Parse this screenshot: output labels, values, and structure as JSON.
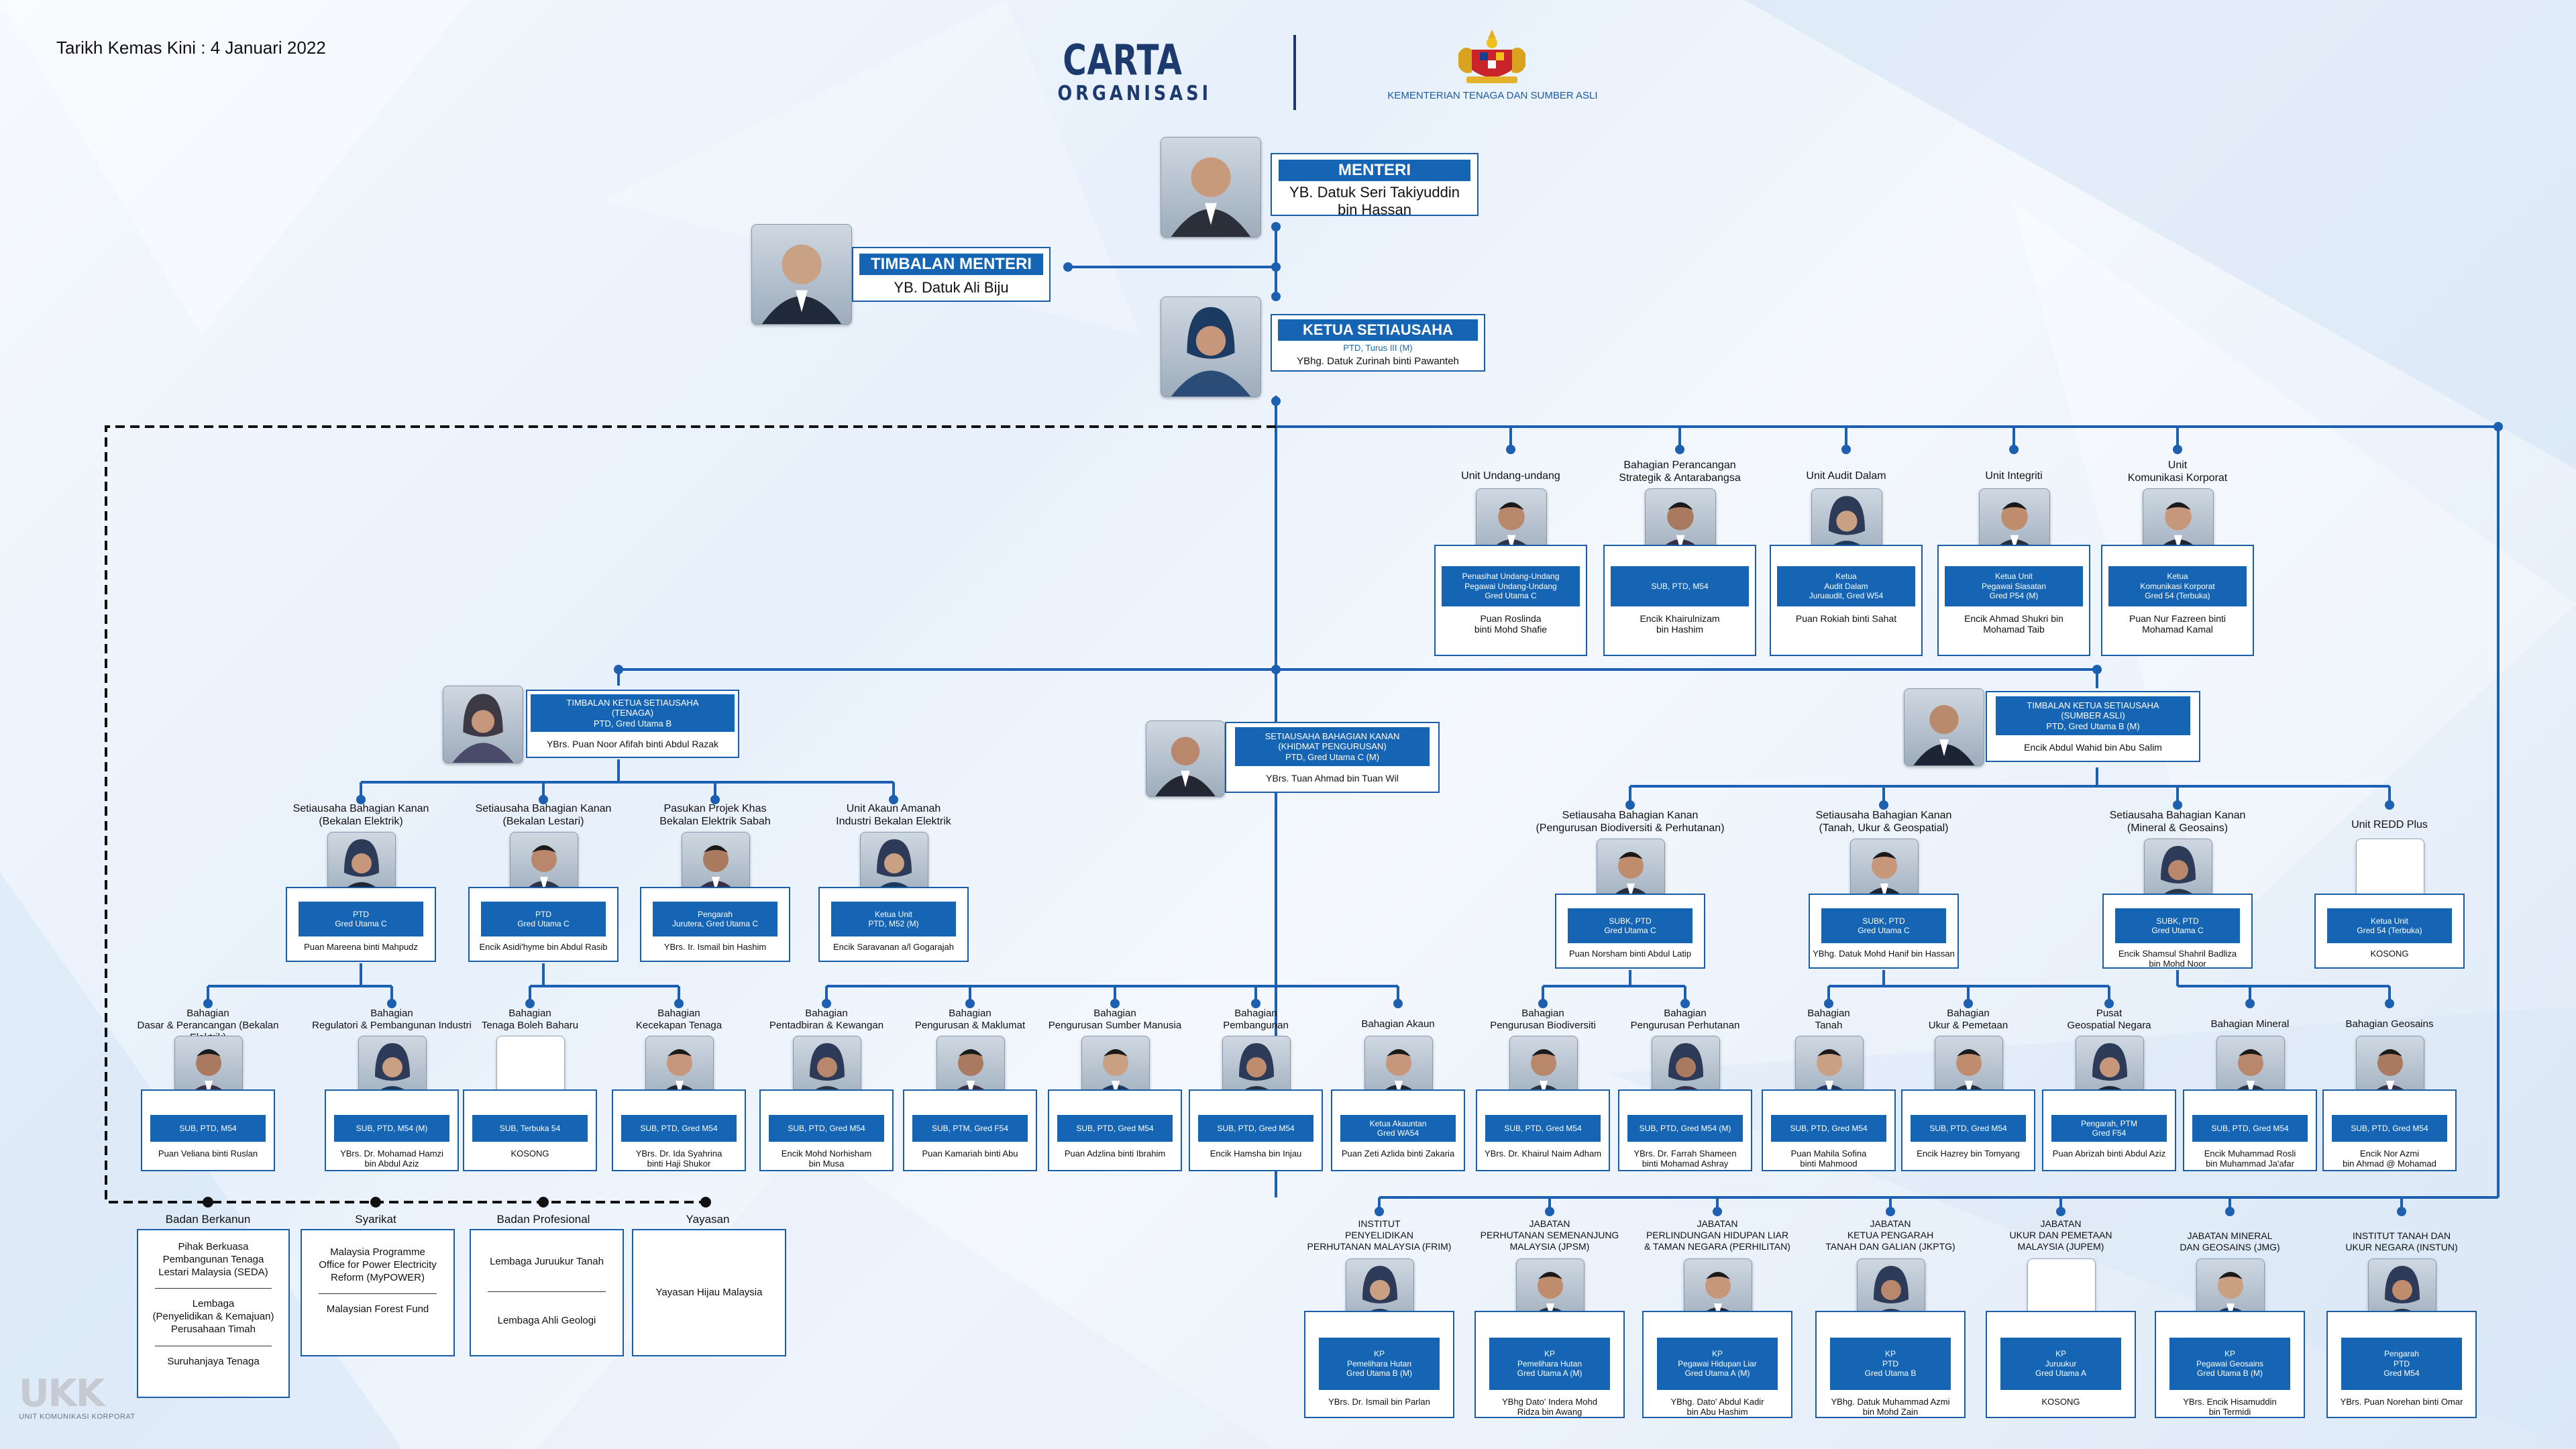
{
  "header": {
    "updated": "Tarikh Kemas Kini : 4 Januari 2022",
    "title_line1": "CARTA",
    "title_line2": "ORGANISASI",
    "ministry": "KEMENTERIAN TENAGA DAN SUMBER ASLI"
  },
  "colors": {
    "primary": "#1565b4",
    "line": "#1d5fb0",
    "title": "#1d3a6e"
  },
  "top": {
    "menteri": {
      "title": "MENTERI",
      "name1": "YB. Datuk Seri Takiyuddin",
      "name2": "bin Hassan"
    },
    "timbalan": {
      "title": "TIMBALAN MENTERI",
      "name": "YB. Datuk Ali Biju"
    },
    "ksu": {
      "title": "KETUA SETIAUSAHA",
      "grade": "PTD, Turus III (M)",
      "name": "YBhg. Datuk Zurinah binti Pawanteh"
    }
  },
  "units": [
    {
      "label1": "Unit Undang-undang",
      "label2": "",
      "bar1": "Penasihat Undang-Undang",
      "bar2": "Pegawai Undang-Undang",
      "bar3": "Gred Utama C",
      "name1": "Puan Roslinda",
      "name2": "binti Mohd Shafie"
    },
    {
      "label1": "Bahagian Perancangan",
      "label2": "Strategik & Antarabangsa",
      "bar1": "SUB, PTD, M54",
      "bar2": "",
      "bar3": "",
      "name1": "Encik Khairulnizam",
      "name2": "bin Hashim"
    },
    {
      "label1": "Unit Audit Dalam",
      "label2": "",
      "bar1": "Ketua",
      "bar2": "Audit Dalam",
      "bar3": "Juruaudit, Gred W54",
      "name1": "Puan Rokiah binti Sahat",
      "name2": ""
    },
    {
      "label1": "Unit Integriti",
      "label2": "",
      "bar1": "Ketua Unit",
      "bar2": "Pegawai Siasatan",
      "bar3": "Gred P54 (M)",
      "name1": "Encik Ahmad Shukri bin",
      "name2": "Mohamad Taib"
    },
    {
      "label1": "Unit",
      "label2": "Komunikasi Korporat",
      "bar1": "Ketua",
      "bar2": "Komunikasi Korporat",
      "bar3": "Gred 54 (Terbuka)",
      "name1": "Puan Nur Fazreen binti",
      "name2": "Mohamad Kamal"
    }
  ],
  "deputies": {
    "tenaga": {
      "bar1": "TIMBALAN KETUA SETIAUSAHA",
      "bar2": "(TENAGA)",
      "bar3": "PTD, Gred Utama B",
      "name": "YBrs. Puan Noor Afifah binti Abdul Razak"
    },
    "pengurusan": {
      "bar1": "SETIAUSAHA BAHAGIAN KANAN",
      "bar2": "(KHIDMAT PENGURUSAN)",
      "bar3": "PTD, Gred Utama C (M)",
      "name": "YBrs. Tuan Ahmad bin Tuan Wil"
    },
    "sumber": {
      "bar1": "TIMBALAN KETUA SETIAUSAHA",
      "bar2": "(SUMBER ASLI)",
      "bar3": "PTD, Gred Utama B (M)",
      "name": "Encik Abdul Wahid bin Abu Salim"
    }
  },
  "level3": [
    {
      "label1": "Setiausaha Bahagian Kanan",
      "label2": "(Bekalan Elektrik)",
      "bar1": "PTD",
      "bar2": "Gred Utama C",
      "name1": "Puan Mareena binti Mahpudz",
      "name2": ""
    },
    {
      "label1": "Setiausaha Bahagian Kanan",
      "label2": "(Bekalan Lestari)",
      "bar1": "PTD",
      "bar2": "Gred Utama C",
      "name1": "Encik Asidi'hyme bin Abdul Rasib",
      "name2": ""
    },
    {
      "label1": "Pasukan Projek Khas",
      "label2": "Bekalan Elektrik Sabah",
      "bar1": "Pengarah",
      "bar2": "Jurutera, Gred Utama C",
      "name1": "YBrs. Ir. Ismail bin Hashim",
      "name2": ""
    },
    {
      "label1": "Unit Akaun Amanah",
      "label2": "Industri Bekalan Elektrik",
      "bar1": "Ketua Unit",
      "bar2": "PTD, M52 (M)",
      "name1": "Encik Saravanan a/l Gogarajah",
      "name2": ""
    },
    {
      "label1": "Setiausaha Bahagian Kanan",
      "label2": "(Pengurusan Biodiversiti & Perhutanan)",
      "bar1": "SUBK, PTD",
      "bar2": "Gred Utama C",
      "name1": "Puan Norsham binti Abdul Latip",
      "name2": ""
    },
    {
      "label1": "Setiausaha Bahagian Kanan",
      "label2": "(Tanah, Ukur & Geospatial)",
      "bar1": "SUBK, PTD",
      "bar2": "Gred Utama C",
      "name1": "YBhg. Datuk Mohd Hanif bin Hassan",
      "name2": ""
    },
    {
      "label1": "Setiausaha Bahagian Kanan",
      "label2": "(Mineral & Geosains)",
      "bar1": "SUBK, PTD",
      "bar2": "Gred Utama C",
      "name1": "Encik Shamsul Shahril Badliza",
      "name2": "bin Mohd Noor"
    },
    {
      "label1": "Unit REDD Plus",
      "label2": "",
      "bar1": "Ketua Unit",
      "bar2": "Gred 54 (Terbuka)",
      "name1": "KOSONG",
      "name2": ""
    }
  ],
  "level4": [
    {
      "label1": "Bahagian",
      "label2": "Dasar & Perancangan (Bekalan Elektrik)",
      "bar1": "SUB, PTD, M54",
      "bar2": "",
      "name1": "Puan Veliana binti Ruslan",
      "name2": ""
    },
    {
      "label1": "Bahagian",
      "label2": "Regulatori & Pembangunan Industri",
      "bar1": "SUB, PTD, M54 (M)",
      "bar2": "",
      "name1": "YBrs. Dr. Mohamad Hamzi",
      "name2": "bin Abdul Aziz"
    },
    {
      "label1": "Bahagian",
      "label2": "Tenaga Boleh Baharu",
      "bar1": "SUB, Terbuka 54",
      "bar2": "",
      "name1": "KOSONG",
      "name2": ""
    },
    {
      "label1": "Bahagian",
      "label2": "Kecekapan Tenaga",
      "bar1": "SUB, PTD, Gred M54",
      "bar2": "",
      "name1": "YBrs. Dr. Ida Syahrina",
      "name2": "binti Haji Shukor"
    },
    {
      "label1": "Bahagian",
      "label2": "Pentadbiran & Kewangan",
      "bar1": "SUB, PTD, Gred M54",
      "bar2": "",
      "name1": "Encik Mohd Norhisham",
      "name2": "bin Musa"
    },
    {
      "label1": "Bahagian",
      "label2": "Pengurusan & Maklumat",
      "bar1": "SUB, PTM, Gred F54",
      "bar2": "",
      "name1": "Puan Kamariah binti Abu",
      "name2": ""
    },
    {
      "label1": "Bahagian",
      "label2": "Pengurusan Sumber Manusia",
      "bar1": "SUB, PTD, Gred M54",
      "bar2": "",
      "name1": "Puan Adzlina binti Ibrahim",
      "name2": ""
    },
    {
      "label1": "Bahagian",
      "label2": "Pembangunan",
      "bar1": "SUB, PTD, Gred M54",
      "bar2": "",
      "name1": "Encik Hamsha bin Injau",
      "name2": ""
    },
    {
      "label1": "Bahagian Akaun",
      "label2": "",
      "bar1": "Ketua Akauntan",
      "bar2": "Gred WA54",
      "name1": "Puan Zeti Azlida binti Zakaria",
      "name2": ""
    },
    {
      "label1": "Bahagian",
      "label2": "Pengurusan Biodiversiti",
      "bar1": "SUB, PTD, Gred M54",
      "bar2": "",
      "name1": "YBrs. Dr. Khairul Naim Adham",
      "name2": ""
    },
    {
      "label1": "Bahagian",
      "label2": "Pengurusan Perhutanan",
      "bar1": "SUB, PTD, Gred M54 (M)",
      "bar2": "",
      "name1": "YBrs. Dr. Farrah Shameen",
      "name2": "binti Mohamad Ashray"
    },
    {
      "label1": "Bahagian",
      "label2": "Tanah",
      "bar1": "SUB, PTD, Gred M54",
      "bar2": "",
      "name1": "Puan Mahila Sofina",
      "name2": "binti Mahmood"
    },
    {
      "label1": "Bahagian",
      "label2": "Ukur & Pemetaan",
      "bar1": "SUB, PTD, Gred M54",
      "bar2": "",
      "name1": "Encik Hazrey bin Tomyang",
      "name2": ""
    },
    {
      "label1": "Pusat",
      "label2": "Geospatial Negara",
      "bar1": "Pengarah, PTM",
      "bar2": "Gred F54",
      "name1": "Puan Abrizah binti Abdul Aziz",
      "name2": ""
    },
    {
      "label1": "Bahagian Mineral",
      "label2": "",
      "bar1": "SUB, PTD, Gred M54",
      "bar2": "",
      "name1": "Encik Muhammad Rosli",
      "name2": "bin Muhammad Ja'afar"
    },
    {
      "label1": "Bahagian Geosains",
      "label2": "",
      "bar1": "SUB, PTD, Gred M54",
      "bar2": "",
      "name1": "Encik Nor Azmi",
      "name2": "bin Ahmad @ Mohamad"
    }
  ],
  "agencies": [
    {
      "l1": "INSTITUT",
      "l2": "PENYELIDIKAN",
      "l3": "PERHUTANAN MALAYSIA (FRIM)",
      "bar1": "KP",
      "bar2": "Pemelihara Hutan",
      "bar3": "Gred Utama B (M)",
      "name1": "YBrs. Dr. Ismail bin Parlan",
      "name2": ""
    },
    {
      "l1": "JABATAN",
      "l2": "PERHUTANAN SEMENANJUNG",
      "l3": "MALAYSIA (JPSM)",
      "bar1": "KP",
      "bar2": "Pemelihara Hutan",
      "bar3": "Gred Utama A (M)",
      "name1": "YBhg Dato' Indera Mohd",
      "name2": "Ridza bin Awang"
    },
    {
      "l1": "JABATAN",
      "l2": "PERLINDUNGAN HIDUPAN LIAR",
      "l3": "& TAMAN NEGARA (PERHILITAN)",
      "bar1": "KP",
      "bar2": "Pegawai Hidupan Liar",
      "bar3": "Gred Utama A (M)",
      "name1": "YBhg. Dato' Abdul Kadir",
      "name2": "bin Abu Hashim"
    },
    {
      "l1": "JABATAN",
      "l2": "KETUA PENGARAH",
      "l3": "TANAH DAN GALIAN (JKPTG)",
      "bar1": "KP",
      "bar2": "PTD",
      "bar3": "Gred Utama B",
      "name1": "YBhg. Datuk Muhammad Azmi",
      "name2": "bin Mohd Zain"
    },
    {
      "l1": "JABATAN",
      "l2": "UKUR DAN PEMETAAN",
      "l3": "MALAYSIA (JUPEM)",
      "bar1": "KP",
      "bar2": "Juruukur",
      "bar3": "Gred Utama A",
      "name1": "KOSONG",
      "name2": ""
    },
    {
      "l1": "",
      "l2": "JABATAN MINERAL",
      "l3": "DAN GEOSAINS (JMG)",
      "bar1": "KP",
      "bar2": "Pegawai Geosains",
      "bar3": "Gred Utama B (M)",
      "name1": "YBrs. Encik Hisamuddin",
      "name2": "bin Termidi"
    },
    {
      "l1": "",
      "l2": "INSTITUT TANAH DAN",
      "l3": "UKUR NEGARA (INSTUN)",
      "bar1": "Pengarah",
      "bar2": "PTD",
      "bar3": "Gred M54",
      "name1": "YBrs. Puan Norehan binti Omar",
      "name2": ""
    }
  ],
  "bodies": {
    "berkanun": {
      "title": "Badan Berkanun",
      "i1a": "Pihak Berkuasa",
      "i1b": "Pembangunan Tenaga",
      "i1c": "Lestari Malaysia (SEDA)",
      "i2a": "Lembaga",
      "i2b": "(Penyelidikan & Kemajuan)",
      "i2c": "Perusahaan Timah",
      "i3": "Suruhanjaya Tenaga"
    },
    "syarikat": {
      "title": "Syarikat",
      "i1a": "Malaysia Programme",
      "i1b": "Office for Power Electricity",
      "i1c": "Reform (MyPOWER)",
      "i2": "Malaysian Forest Fund"
    },
    "profesional": {
      "title": "Badan Profesional",
      "i1": "Lembaga Juruukur Tanah",
      "i2": "Lembaga Ahli Geologi"
    },
    "yayasan": {
      "title": "Yayasan",
      "i1": "Yayasan Hijau Malaysia"
    }
  },
  "logo": {
    "mark": "UKK",
    "caption": "UNIT KOMUNIKASI KORPORAT"
  }
}
